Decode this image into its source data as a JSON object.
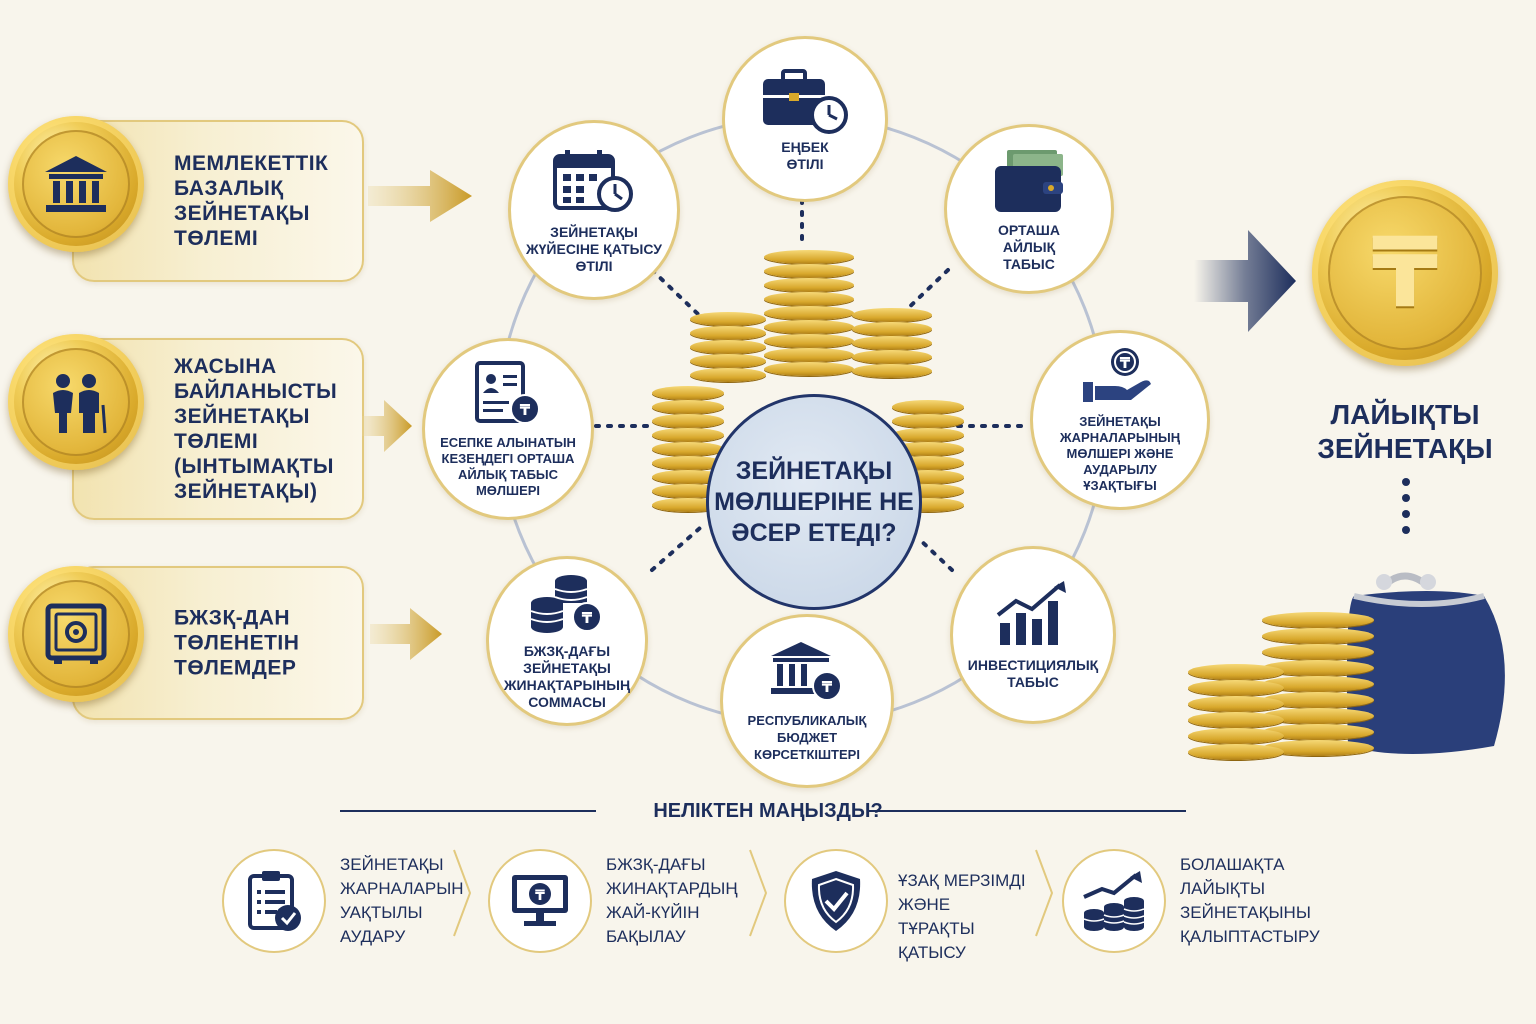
{
  "colors": {
    "navy": "#1d2e5c",
    "gold": "#d9a92a",
    "background": "#f8f5ec",
    "center_fill": "#cbd8e8"
  },
  "pension_types": [
    {
      "label": "МЕМЛЕКЕТТІК БАЗАЛЫҚ ЗЕЙНЕТАҚЫ ТӨЛЕМІ",
      "icon": "government-building-icon"
    },
    {
      "label": "ЖАСЫНА БАЙЛАНЫСТЫ ЗЕЙНЕТАҚЫ ТӨЛЕМІ (ЫНТЫМАҚТЫ ЗЕЙНЕТАҚЫ)",
      "icon": "elderly-couple-icon"
    },
    {
      "label": "БЖЗҚ-ДАН ТӨЛЕНЕТІН ТӨЛЕМДЕР",
      "icon": "safe-icon"
    }
  ],
  "center": {
    "label": "ЗЕЙНЕТАҚЫ МӨЛШЕРІНЕ НЕ ӘСЕР ЕТЕДІ?"
  },
  "factors": [
    {
      "label": "ЕҢБЕК ӨТІЛІ",
      "icon": "briefcase-clock-icon"
    },
    {
      "label": "ОРТАША АЙЛЫҚ ТАБЫС",
      "icon": "wallet-icon"
    },
    {
      "label": "ЗЕЙНЕТАҚЫ ЖАРНАЛАРЫНЫҢ МӨЛШЕРІ ЖӘНЕ АУДАРЫЛУ ҰЗАҚТЫҒЫ",
      "icon": "hand-coin-icon"
    },
    {
      "label": "ИНВЕСТИЦИЯЛЫҚ ТАБЫС",
      "icon": "growth-chart-icon"
    },
    {
      "label": "РЕСПУБЛИКАЛЫҚ БЮДЖЕТ КӨРСЕТКІШТЕРІ",
      "icon": "bank-tenge-icon"
    },
    {
      "label": "БЖЗҚ-ДАҒЫ ЗЕЙНЕТАҚЫ ЖИНАҚТАРЫНЫҢ СОММАСЫ",
      "icon": "coin-stack-icon"
    },
    {
      "label": "ЕСЕПКЕ АЛЫНАТЫН КЕЗЕҢДЕГІ ОРТАША АЙЛЫҚ ТАБЫС МӨЛШЕРІ",
      "icon": "document-tenge-icon"
    },
    {
      "label": "ЗЕЙНЕТАҚЫ ЖҮЙЕСІНЕ ҚАТЫСУ ӨТІЛІ",
      "icon": "calendar-clock-icon"
    }
  ],
  "result": {
    "label": "ЛАЙЫҚТЫ ЗЕЙНЕТАҚЫ",
    "currency_symbol": "₸"
  },
  "why": {
    "title": "НЕЛІКТЕН МАҢЫЗДЫ?",
    "items": [
      {
        "label": "ЗЕЙНЕТАҚЫ ЖАРНАЛАРЫН УАҚТЫЛЫ АУДАРУ",
        "icon": "clipboard-check-icon"
      },
      {
        "label": "БЖЗҚ-ДАҒЫ ЖИНАҚТАРДЫҢ ЖАЙ-КҮЙІН БАҚЫЛАУ",
        "icon": "monitor-tenge-icon"
      },
      {
        "label": "ҰЗАҚ МЕРЗІМДІ ЖӘНЕ ТҰРАҚТЫ ҚАТЫСУ",
        "icon": "shield-check-icon"
      },
      {
        "label": "БОЛАШАҚТА ЛАЙЫҚТЫ ЗЕЙНЕТАҚЫНЫ ҚАЛЫПТАСТЫРУ",
        "icon": "coins-growth-icon"
      }
    ]
  }
}
